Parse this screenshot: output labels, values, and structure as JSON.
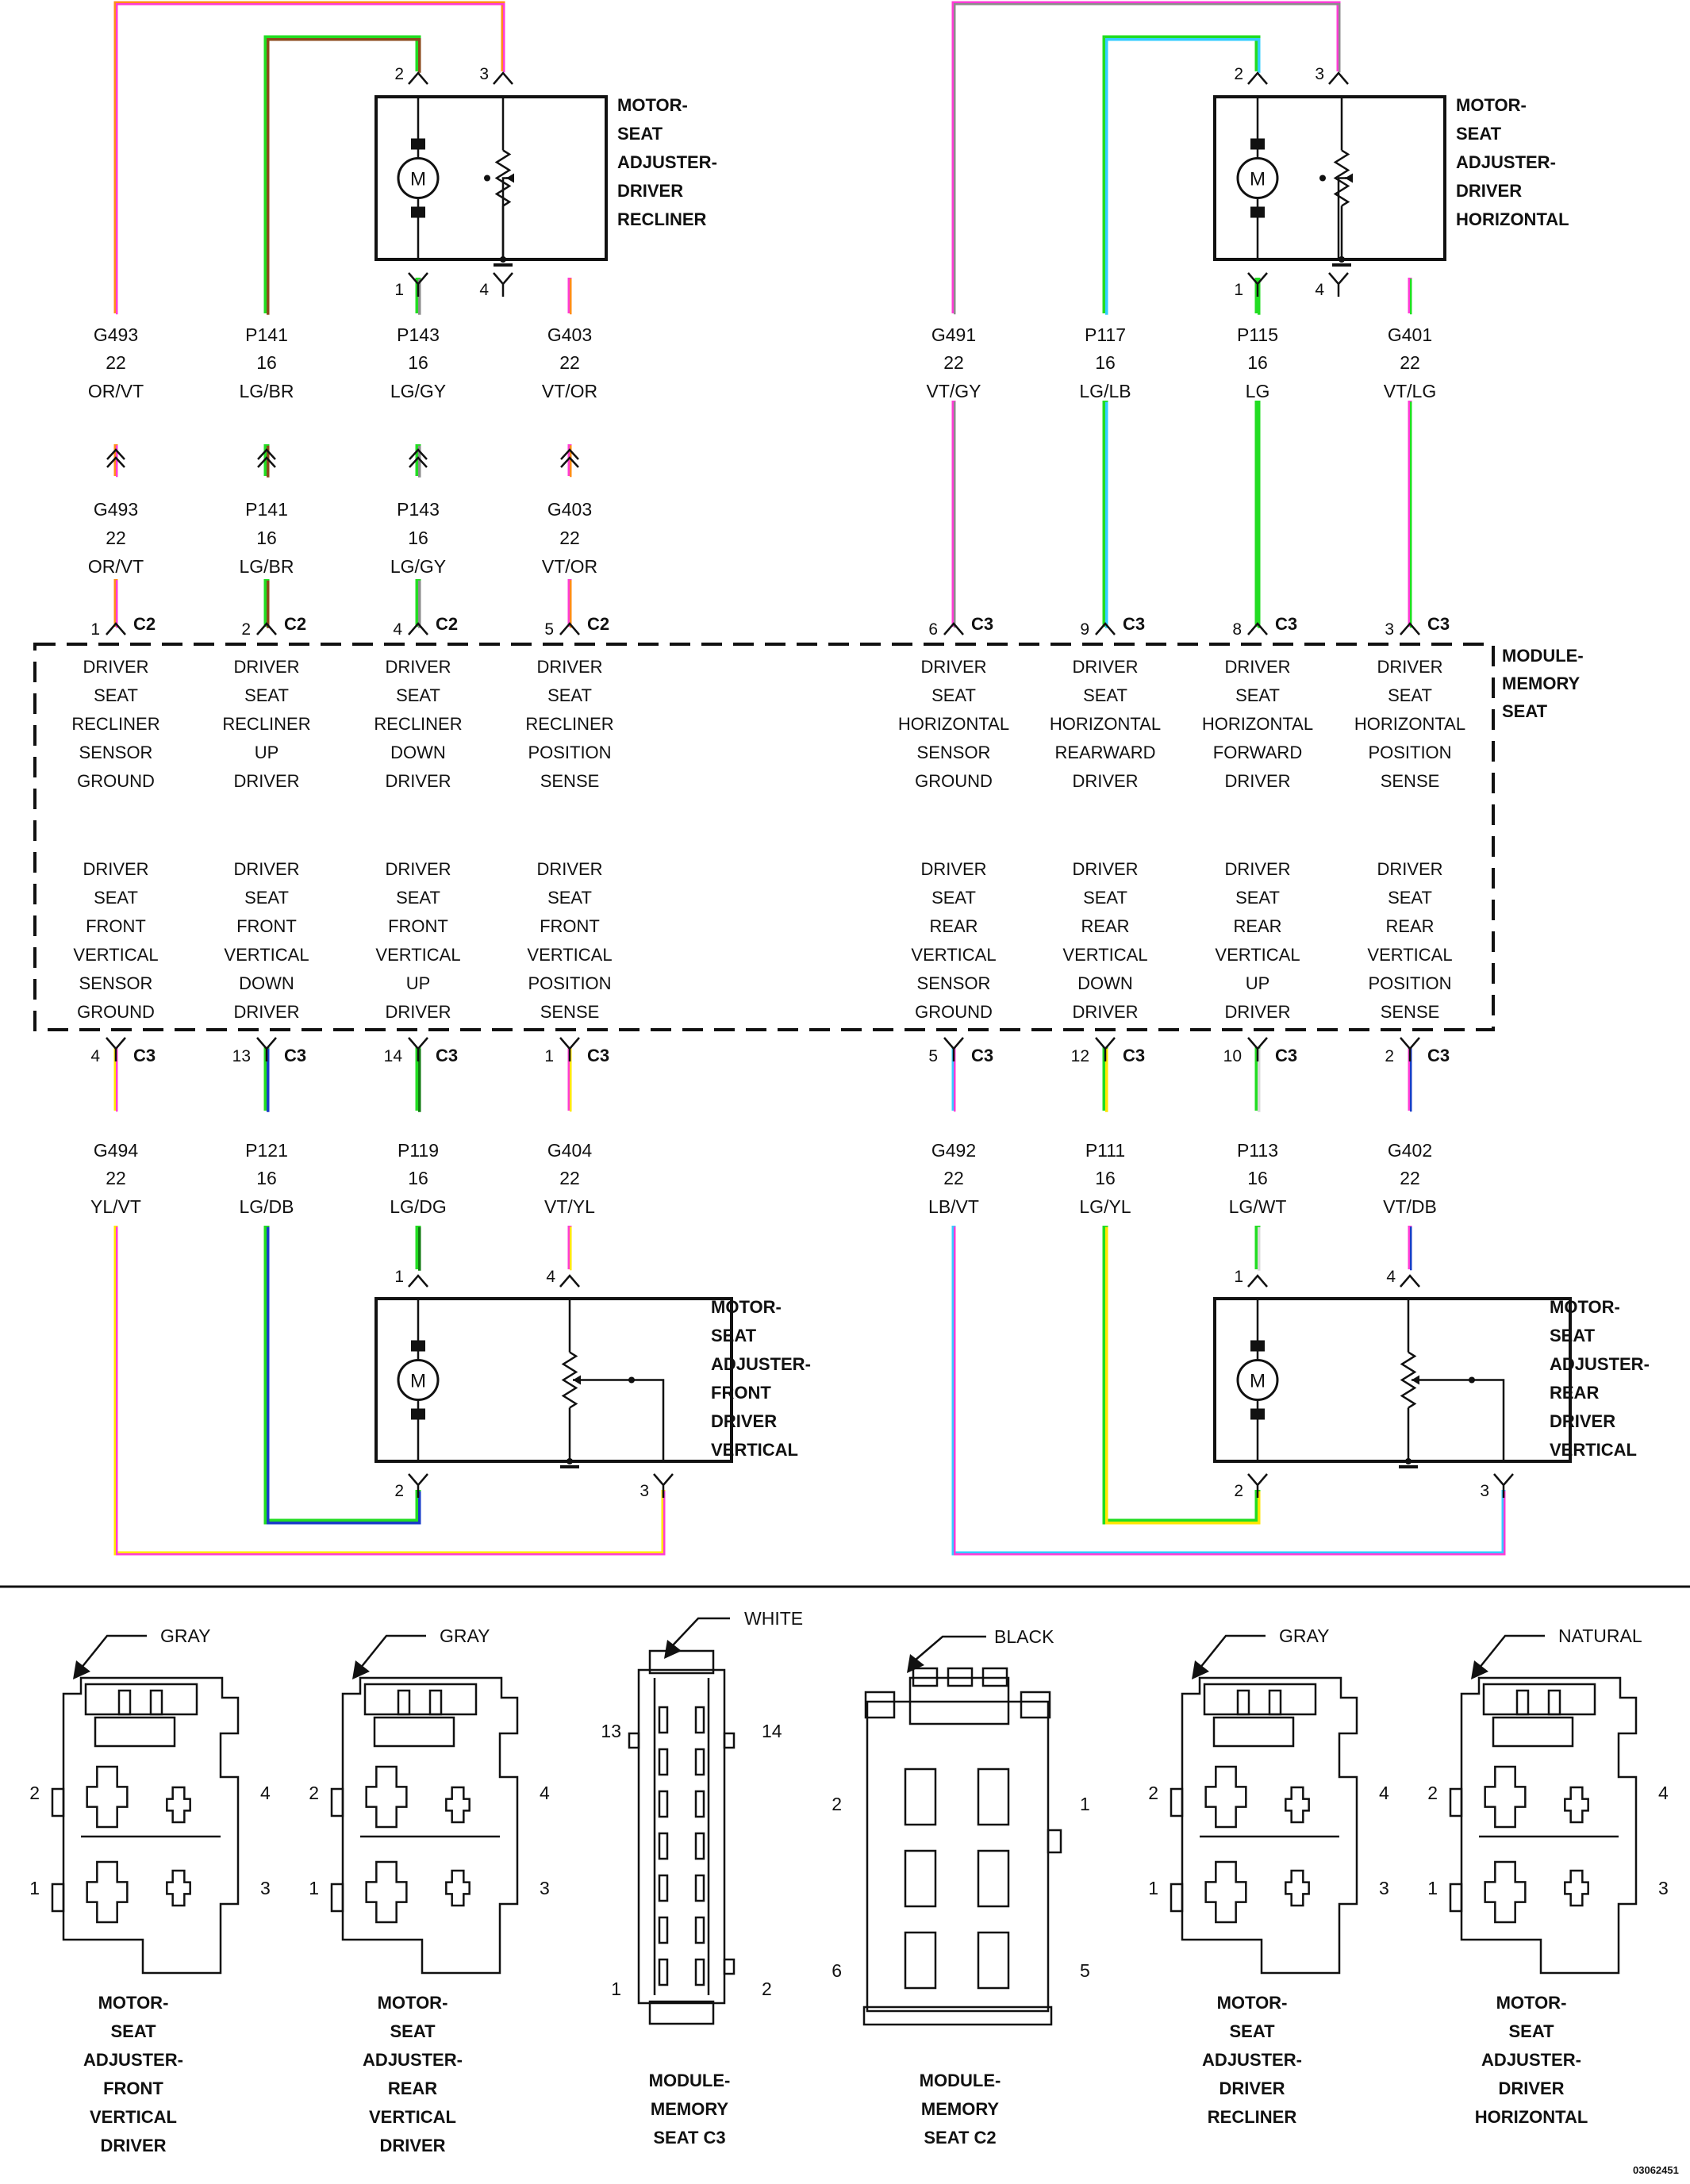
{
  "figure_id": "03062451",
  "colors": {
    "OR": "#ff8c1a",
    "VT": "#ff3cd6",
    "LG": "#22dd22",
    "BR": "#8b4a1c",
    "GY": "#8c8c8c",
    "LB": "#33ccff",
    "YL": "#ffe600",
    "DB": "#1a3cc8",
    "DG": "#127a12",
    "WT": "#d9d9d9"
  },
  "module": {
    "lines": [
      "MODULE-",
      "MEMORY",
      "SEAT"
    ]
  },
  "motors": [
    {
      "id": "recliner",
      "lines": [
        "MOTOR-",
        "SEAT",
        "ADJUSTER-",
        "DRIVER",
        "RECLINER"
      ]
    },
    {
      "id": "horizontal",
      "lines": [
        "MOTOR-",
        "SEAT",
        "ADJUSTER-",
        "DRIVER",
        "HORIZONTAL"
      ]
    },
    {
      "id": "front",
      "lines": [
        "MOTOR-",
        "SEAT",
        "ADJUSTER-",
        "FRONT",
        "DRIVER",
        "VERTICAL"
      ]
    },
    {
      "id": "rear",
      "lines": [
        "MOTOR-",
        "SEAT",
        "ADJUSTER-",
        "REAR",
        "DRIVER",
        "VERTICAL"
      ]
    }
  ],
  "motor_pins": {
    "recliner": [
      "2",
      "3",
      "1",
      "4"
    ],
    "horizontal": [
      "2",
      "3",
      "1",
      "4"
    ],
    "front": [
      "1",
      "4",
      "2",
      "3"
    ],
    "rear": [
      "1",
      "4",
      "2",
      "3"
    ]
  },
  "top_wires": [
    {
      "circuit": "G493",
      "gauge": "22",
      "color": "OR/VT",
      "c1": "OR",
      "c2": "VT",
      "pin": "1",
      "conn": "C2",
      "func": [
        "DRIVER",
        "SEAT",
        "RECLINER",
        "SENSOR",
        "GROUND"
      ]
    },
    {
      "circuit": "P141",
      "gauge": "16",
      "color": "LG/BR",
      "c1": "LG",
      "c2": "BR",
      "pin": "2",
      "conn": "C2",
      "func": [
        "DRIVER",
        "SEAT",
        "RECLINER",
        "UP",
        "DRIVER"
      ]
    },
    {
      "circuit": "P143",
      "gauge": "16",
      "color": "LG/GY",
      "c1": "LG",
      "c2": "GY",
      "pin": "4",
      "conn": "C2",
      "func": [
        "DRIVER",
        "SEAT",
        "RECLINER",
        "DOWN",
        "DRIVER"
      ]
    },
    {
      "circuit": "G403",
      "gauge": "22",
      "color": "VT/OR",
      "c1": "VT",
      "c2": "OR",
      "pin": "5",
      "conn": "C2",
      "func": [
        "DRIVER",
        "SEAT",
        "RECLINER",
        "POSITION",
        "SENSE"
      ]
    },
    {
      "circuit": "G491",
      "gauge": "22",
      "color": "VT/GY",
      "c1": "VT",
      "c2": "GY",
      "pin": "6",
      "conn": "C3",
      "func": [
        "DRIVER",
        "SEAT",
        "HORIZONTAL",
        "SENSOR",
        "GROUND"
      ]
    },
    {
      "circuit": "P117",
      "gauge": "16",
      "color": "LG/LB",
      "c1": "LG",
      "c2": "LB",
      "pin": "9",
      "conn": "C3",
      "func": [
        "DRIVER",
        "SEAT",
        "HORIZONTAL",
        "REARWARD",
        "DRIVER"
      ]
    },
    {
      "circuit": "P115",
      "gauge": "16",
      "color": "LG",
      "c1": "LG",
      "c2": "LG",
      "pin": "8",
      "conn": "C3",
      "func": [
        "DRIVER",
        "SEAT",
        "HORIZONTAL",
        "FORWARD",
        "DRIVER"
      ]
    },
    {
      "circuit": "G401",
      "gauge": "22",
      "color": "VT/LG",
      "c1": "VT",
      "c2": "LG",
      "pin": "3",
      "conn": "C3",
      "func": [
        "DRIVER",
        "SEAT",
        "HORIZONTAL",
        "POSITION",
        "SENSE"
      ]
    }
  ],
  "bottom_wires": [
    {
      "circuit": "G494",
      "gauge": "22",
      "color": "YL/VT",
      "c1": "YL",
      "c2": "VT",
      "pin": "4",
      "conn": "C3",
      "func": [
        "DRIVER",
        "SEAT",
        "FRONT",
        "VERTICAL",
        "SENSOR",
        "GROUND"
      ]
    },
    {
      "circuit": "P121",
      "gauge": "16",
      "color": "LG/DB",
      "c1": "LG",
      "c2": "DB",
      "pin": "13",
      "conn": "C3",
      "func": [
        "DRIVER",
        "SEAT",
        "FRONT",
        "VERTICAL",
        "DOWN",
        "DRIVER"
      ]
    },
    {
      "circuit": "P119",
      "gauge": "16",
      "color": "LG/DG",
      "c1": "LG",
      "c2": "DG",
      "pin": "14",
      "conn": "C3",
      "func": [
        "DRIVER",
        "SEAT",
        "FRONT",
        "VERTICAL",
        "UP",
        "DRIVER"
      ]
    },
    {
      "circuit": "G404",
      "gauge": "22",
      "color": "VT/YL",
      "c1": "VT",
      "c2": "YL",
      "pin": "1",
      "conn": "C3",
      "func": [
        "DRIVER",
        "SEAT",
        "FRONT",
        "VERTICAL",
        "POSITION",
        "SENSE"
      ]
    },
    {
      "circuit": "G492",
      "gauge": "22",
      "color": "LB/VT",
      "c1": "LB",
      "c2": "VT",
      "pin": "5",
      "conn": "C3",
      "func": [
        "DRIVER",
        "SEAT",
        "REAR",
        "VERTICAL",
        "SENSOR",
        "GROUND"
      ]
    },
    {
      "circuit": "P111",
      "gauge": "16",
      "color": "LG/YL",
      "c1": "LG",
      "c2": "YL",
      "pin": "12",
      "conn": "C3",
      "func": [
        "DRIVER",
        "SEAT",
        "REAR",
        "VERTICAL",
        "DOWN",
        "DRIVER"
      ]
    },
    {
      "circuit": "P113",
      "gauge": "16",
      "color": "LG/WT",
      "c1": "LG",
      "c2": "WT",
      "pin": "10",
      "conn": "C3",
      "func": [
        "DRIVER",
        "SEAT",
        "REAR",
        "VERTICAL",
        "UP",
        "DRIVER"
      ]
    },
    {
      "circuit": "G402",
      "gauge": "22",
      "color": "VT/DB",
      "c1": "VT",
      "c2": "DB",
      "pin": "2",
      "conn": "C3",
      "func": [
        "DRIVER",
        "SEAT",
        "REAR",
        "VERTICAL",
        "POSITION",
        "SENSE"
      ]
    }
  ],
  "connector_views": [
    {
      "id": "front-vertical",
      "housing": "GRAY",
      "pins": [
        "2",
        "4",
        "1",
        "3"
      ],
      "caption": [
        "MOTOR-",
        "SEAT",
        "ADJUSTER-",
        "FRONT",
        "VERTICAL",
        "DRIVER"
      ]
    },
    {
      "id": "rear-vertical",
      "housing": "GRAY",
      "pins": [
        "2",
        "4",
        "1",
        "3"
      ],
      "caption": [
        "MOTOR-",
        "SEAT",
        "ADJUSTER-",
        "REAR",
        "VERTICAL",
        "DRIVER"
      ]
    },
    {
      "id": "module-c3",
      "housing": "WHITE",
      "pins": [
        "13",
        "14",
        "1",
        "2"
      ],
      "caption": [
        "MODULE-",
        "MEMORY",
        "SEAT C3"
      ]
    },
    {
      "id": "module-c2",
      "housing": "BLACK",
      "pins": [
        "2",
        "1",
        "6",
        "5"
      ],
      "caption": [
        "MODULE-",
        "MEMORY",
        "SEAT C2"
      ]
    },
    {
      "id": "recliner",
      "housing": "GRAY",
      "pins": [
        "2",
        "4",
        "1",
        "3"
      ],
      "caption": [
        "MOTOR-",
        "SEAT",
        "ADJUSTER-",
        "DRIVER",
        "RECLINER"
      ]
    },
    {
      "id": "horizontal",
      "housing": "NATURAL",
      "pins": [
        "2",
        "4",
        "1",
        "3"
      ],
      "caption": [
        "MOTOR-",
        "SEAT",
        "ADJUSTER-",
        "DRIVER",
        "HORIZONTAL"
      ]
    }
  ]
}
